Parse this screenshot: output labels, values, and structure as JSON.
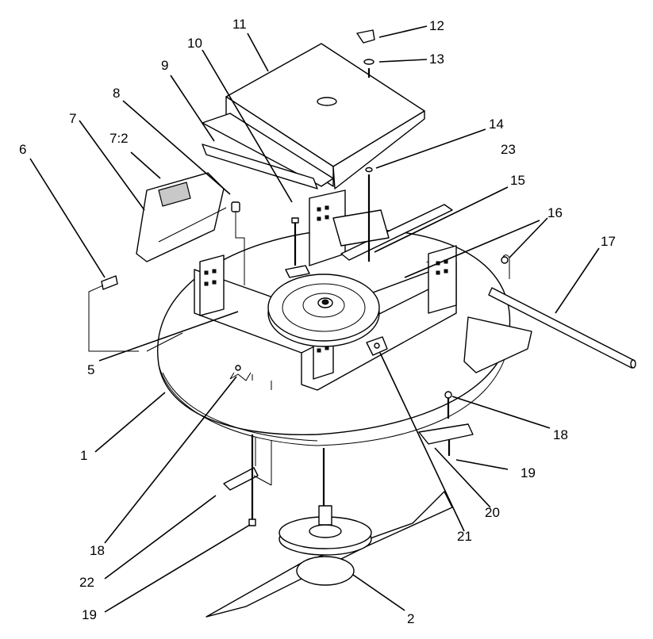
{
  "callouts": [
    {
      "id": "c1",
      "label": "1"
    },
    {
      "id": "c2",
      "label": "2"
    },
    {
      "id": "c5",
      "label": "5"
    },
    {
      "id": "c6",
      "label": "6"
    },
    {
      "id": "c7",
      "label": "7"
    },
    {
      "id": "c7-2",
      "label": "7:2"
    },
    {
      "id": "c8",
      "label": "8"
    },
    {
      "id": "c9",
      "label": "9"
    },
    {
      "id": "c10",
      "label": "10"
    },
    {
      "id": "c11",
      "label": "11"
    },
    {
      "id": "c12",
      "label": "12"
    },
    {
      "id": "c13",
      "label": "13"
    },
    {
      "id": "c14",
      "label": "14"
    },
    {
      "id": "c15",
      "label": "15"
    },
    {
      "id": "c16",
      "label": "16"
    },
    {
      "id": "c17",
      "label": "17"
    },
    {
      "id": "c18a",
      "label": "18"
    },
    {
      "id": "c18b",
      "label": "18"
    },
    {
      "id": "c19a",
      "label": "19"
    },
    {
      "id": "c19b",
      "label": "19"
    },
    {
      "id": "c20",
      "label": "20"
    },
    {
      "id": "c21",
      "label": "21"
    },
    {
      "id": "c22",
      "label": "22"
    },
    {
      "id": "c23",
      "label": "23"
    }
  ]
}
